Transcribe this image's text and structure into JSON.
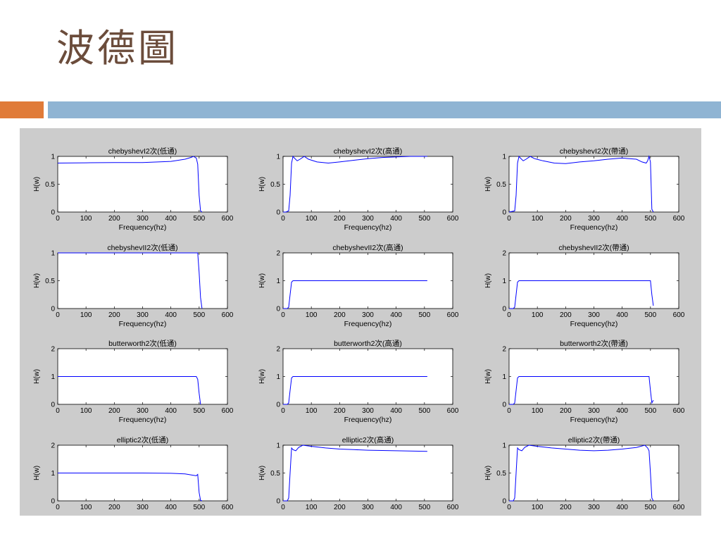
{
  "slide": {
    "title": "波德圖",
    "colors": {
      "title": "#6b4c3b",
      "accent_orange": "#e07b39",
      "accent_blue": "#8fb4d3",
      "figure_bg": "#cccccc",
      "line": "#0000ff"
    }
  },
  "chart_data": [
    {
      "type": "line",
      "title": "chebyshevI2次(低通)",
      "xlabel": "Frequency(hz)",
      "ylabel": "H(w)",
      "xlim": [
        0,
        600
      ],
      "ylim": [
        0,
        1
      ],
      "xticks": [
        "0",
        "100",
        "200",
        "300",
        "400",
        "500",
        "600"
      ],
      "yticks": [
        "0",
        "0.5",
        "1"
      ],
      "series": [
        {
          "x": [
            0,
            100,
            200,
            300,
            400,
            450,
            470,
            480,
            490,
            495,
            500,
            505,
            510
          ],
          "y": [
            0.88,
            0.885,
            0.89,
            0.89,
            0.91,
            0.95,
            0.98,
            1.0,
            0.97,
            0.86,
            0.3,
            0.02,
            0.0
          ]
        }
      ]
    },
    {
      "type": "line",
      "title": "chebyshevI2次(高通)",
      "xlabel": "Frequency(hz)",
      "ylabel": "H(w)",
      "xlim": [
        0,
        600
      ],
      "ylim": [
        0,
        1
      ],
      "xticks": [
        "0",
        "100",
        "200",
        "300",
        "400",
        "500",
        "600"
      ],
      "yticks": [
        "0",
        "0.5",
        "1"
      ],
      "series": [
        {
          "x": [
            0,
            10,
            20,
            25,
            30,
            35,
            40,
            50,
            60,
            75,
            90,
            120,
            160,
            200,
            250,
            300,
            350,
            400,
            450,
            510
          ],
          "y": [
            0,
            0,
            0.02,
            0.3,
            0.88,
            1.0,
            0.97,
            0.92,
            0.95,
            1.0,
            0.95,
            0.9,
            0.88,
            0.9,
            0.93,
            0.96,
            0.98,
            0.99,
            1.0,
            1.0
          ]
        }
      ]
    },
    {
      "type": "line",
      "title": "chebyshevI2次(帶通)",
      "xlabel": "Frequency(hz)",
      "ylabel": "H(w)",
      "xlim": [
        0,
        600
      ],
      "ylim": [
        0,
        1
      ],
      "xticks": [
        "0",
        "100",
        "200",
        "300",
        "400",
        "500",
        "600"
      ],
      "yticks": [
        "0",
        "0.5",
        "1"
      ],
      "series": [
        {
          "x": [
            0,
            20,
            25,
            30,
            35,
            40,
            50,
            60,
            75,
            90,
            120,
            160,
            200,
            250,
            300,
            350,
            400,
            450,
            470,
            485,
            490,
            495,
            500,
            505,
            510
          ],
          "y": [
            0,
            0.02,
            0.3,
            0.88,
            1.0,
            0.97,
            0.92,
            0.95,
            1.0,
            0.96,
            0.92,
            0.88,
            0.87,
            0.9,
            0.92,
            0.95,
            0.97,
            0.95,
            0.9,
            0.88,
            0.92,
            1.0,
            0.9,
            0.05,
            0.0
          ]
        }
      ]
    },
    {
      "type": "line",
      "title": "chebyshevII2次(低通)",
      "xlabel": "Frequency(hz)",
      "ylabel": "H(w)",
      "xlim": [
        0,
        600
      ],
      "ylim": [
        0,
        1
      ],
      "xticks": [
        "0",
        "100",
        "200",
        "300",
        "400",
        "500",
        "600"
      ],
      "yticks": [
        "0",
        "0.5",
        "1"
      ],
      "series": [
        {
          "x": [
            0,
            100,
            200,
            300,
            400,
            480,
            495,
            500,
            505,
            510
          ],
          "y": [
            1,
            1,
            1,
            1,
            1,
            1,
            1,
            0.65,
            0.2,
            0.0
          ]
        }
      ]
    },
    {
      "type": "line",
      "title": "chebyshevII2次(高通)",
      "xlabel": "Frequency(hz)",
      "ylabel": "H(w)",
      "xlim": [
        0,
        600
      ],
      "ylim": [
        0,
        2
      ],
      "xticks": [
        "0",
        "100",
        "200",
        "300",
        "400",
        "500",
        "600"
      ],
      "yticks": [
        "0",
        "1",
        "2"
      ],
      "series": [
        {
          "x": [
            0,
            15,
            20,
            25,
            30,
            35,
            100,
            200,
            300,
            400,
            510
          ],
          "y": [
            0,
            0,
            0.05,
            0.5,
            0.95,
            1,
            1,
            1,
            1,
            1,
            1
          ]
        }
      ]
    },
    {
      "type": "line",
      "title": "chebyshevII2次(帶通)",
      "xlabel": "Frequency(hz)",
      "ylabel": "H(w)",
      "xlim": [
        0,
        600
      ],
      "ylim": [
        0,
        2
      ],
      "xticks": [
        "0",
        "100",
        "200",
        "300",
        "400",
        "500",
        "600"
      ],
      "yticks": [
        "0",
        "1",
        "2"
      ],
      "series": [
        {
          "x": [
            0,
            15,
            20,
            25,
            30,
            35,
            100,
            200,
            300,
            400,
            500,
            505,
            510
          ],
          "y": [
            0,
            0,
            0.05,
            0.5,
            0.95,
            1,
            1,
            1,
            1,
            1,
            1,
            0.5,
            0.1
          ]
        }
      ]
    },
    {
      "type": "line",
      "title": "butterworth2次(低通)",
      "xlabel": "Frequency(hz)",
      "ylabel": "H(w)",
      "xlim": [
        0,
        600
      ],
      "ylim": [
        0,
        2
      ],
      "xticks": [
        "0",
        "100",
        "200",
        "300",
        "400",
        "500",
        "600"
      ],
      "yticks": [
        "0",
        "1",
        "2"
      ],
      "series": [
        {
          "x": [
            0,
            100,
            200,
            300,
            400,
            490,
            495,
            500,
            505
          ],
          "y": [
            1,
            1,
            1,
            1,
            1,
            1,
            0.9,
            0.4,
            0.0
          ]
        }
      ]
    },
    {
      "type": "line",
      "title": "butterworth2次(高通)",
      "xlabel": "Frequency(hz)",
      "ylabel": "H(w)",
      "xlim": [
        0,
        600
      ],
      "ylim": [
        0,
        2
      ],
      "xticks": [
        "0",
        "100",
        "200",
        "300",
        "400",
        "500",
        "600"
      ],
      "yticks": [
        "0",
        "1",
        "2"
      ],
      "series": [
        {
          "x": [
            0,
            15,
            20,
            25,
            30,
            35,
            100,
            200,
            300,
            400,
            510
          ],
          "y": [
            0,
            0,
            0.05,
            0.5,
            0.95,
            1,
            1,
            1,
            1,
            1,
            1
          ]
        }
      ]
    },
    {
      "type": "line",
      "title": "butterworth2次(帶通)",
      "xlabel": "Frequency(hz)",
      "ylabel": "H(w)",
      "xlim": [
        0,
        600
      ],
      "ylim": [
        0,
        2
      ],
      "xticks": [
        "0",
        "100",
        "200",
        "300",
        "400",
        "500",
        "600"
      ],
      "yticks": [
        "0",
        "1",
        "2"
      ],
      "series": [
        {
          "x": [
            0,
            15,
            20,
            25,
            30,
            35,
            100,
            200,
            300,
            400,
            495,
            500,
            505,
            510
          ],
          "y": [
            0,
            0,
            0.05,
            0.5,
            0.95,
            1,
            1,
            1,
            1,
            1,
            1,
            0.5,
            0.05,
            0.15
          ]
        }
      ]
    },
    {
      "type": "line",
      "title": "elliptic2次(低通)",
      "xlabel": "",
      "ylabel": "H(w)",
      "xlim": [
        0,
        600
      ],
      "ylim": [
        0,
        2
      ],
      "xticks": [
        "0",
        "100",
        "200",
        "300",
        "400",
        "500",
        "600"
      ],
      "yticks": [
        "0",
        "1",
        "2"
      ],
      "series": [
        {
          "x": [
            0,
            100,
            200,
            300,
            400,
            450,
            480,
            490,
            495,
            500,
            505,
            510
          ],
          "y": [
            1,
            1,
            1,
            1,
            0.99,
            0.97,
            0.92,
            0.9,
            0.95,
            0.3,
            0.02,
            0.0
          ]
        }
      ]
    },
    {
      "type": "line",
      "title": "elliptic2次(高通)",
      "xlabel": "",
      "ylabel": "H(w)",
      "xlim": [
        0,
        600
      ],
      "ylim": [
        0,
        1
      ],
      "xticks": [
        "0",
        "100",
        "200",
        "300",
        "400",
        "500",
        "600"
      ],
      "yticks": [
        "0",
        "0.5",
        "1"
      ],
      "series": [
        {
          "x": [
            0,
            15,
            20,
            25,
            30,
            35,
            45,
            55,
            70,
            100,
            150,
            200,
            250,
            300,
            400,
            510
          ],
          "y": [
            0,
            0,
            0.05,
            0.5,
            0.95,
            0.92,
            0.9,
            0.96,
            1.0,
            0.98,
            0.95,
            0.93,
            0.92,
            0.91,
            0.9,
            0.89
          ]
        }
      ]
    },
    {
      "type": "line",
      "title": "elliptic2次(帶通)",
      "xlabel": "",
      "ylabel": "H(w)",
      "xlim": [
        0,
        600
      ],
      "ylim": [
        0,
        1
      ],
      "xticks": [
        "0",
        "100",
        "200",
        "300",
        "400",
        "500",
        "600"
      ],
      "yticks": [
        "0",
        "0.5",
        "1"
      ],
      "series": [
        {
          "x": [
            0,
            15,
            20,
            25,
            30,
            35,
            45,
            55,
            70,
            100,
            150,
            200,
            250,
            300,
            350,
            400,
            450,
            480,
            490,
            495,
            500,
            505,
            510
          ],
          "y": [
            0,
            0,
            0.05,
            0.5,
            0.95,
            0.92,
            0.9,
            0.96,
            1.0,
            0.98,
            0.95,
            0.93,
            0.91,
            0.9,
            0.91,
            0.93,
            0.96,
            1.0,
            0.95,
            0.9,
            0.5,
            0.05,
            0.0
          ]
        }
      ]
    }
  ]
}
